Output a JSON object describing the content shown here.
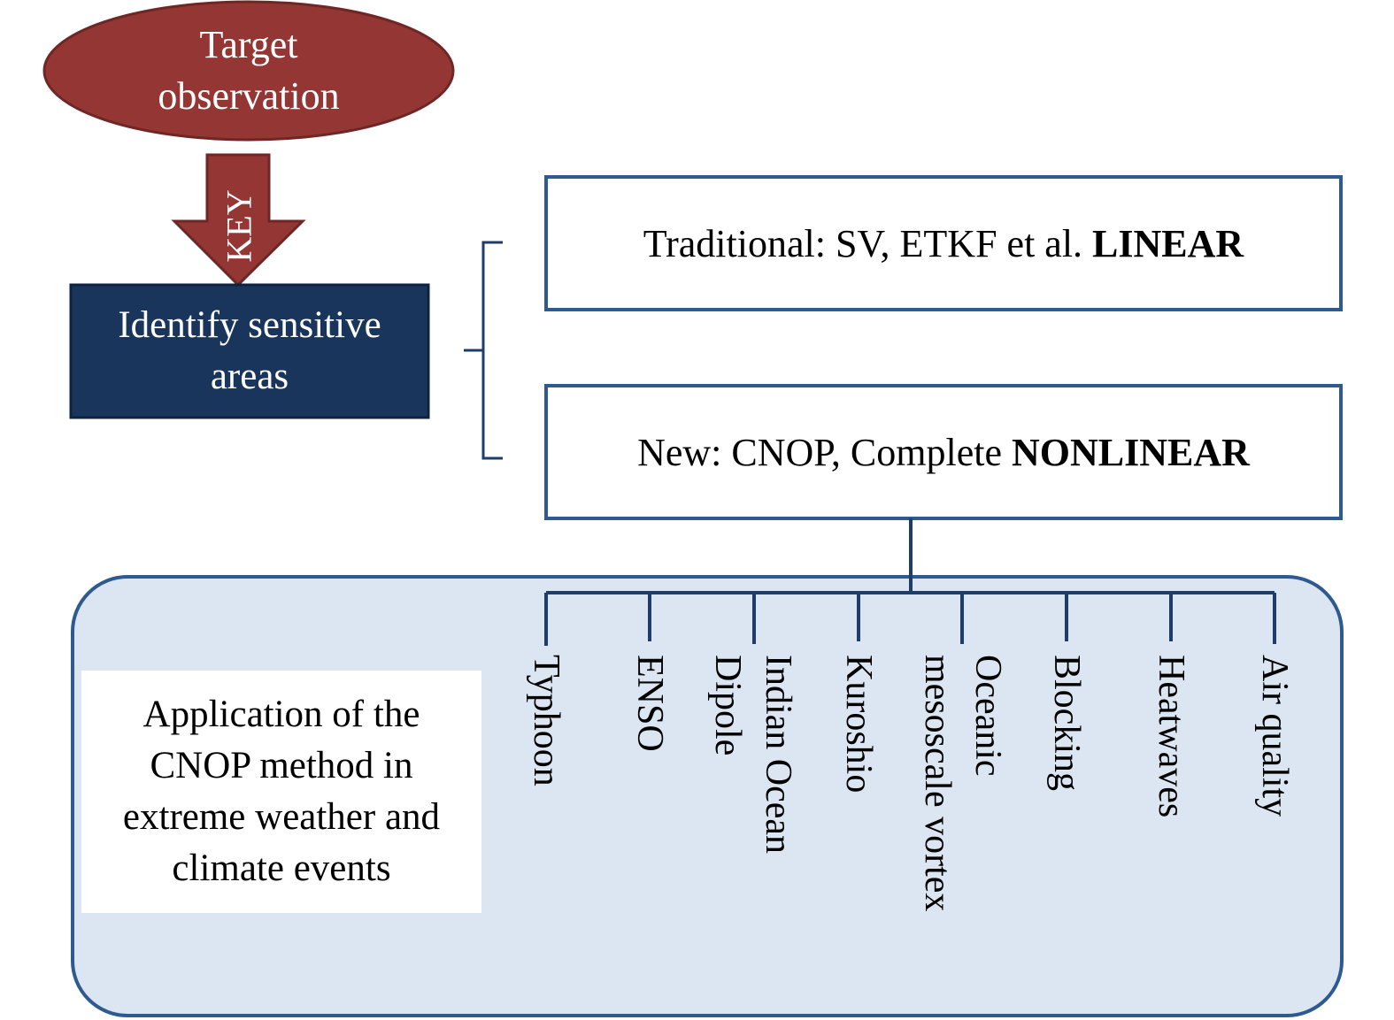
{
  "top": {
    "target": {
      "line1": "Target",
      "line2": "observation"
    },
    "key_label": "KEY",
    "identify": {
      "line1": "Identify sensitive",
      "line2": "areas"
    }
  },
  "methods": {
    "traditional": {
      "text": "Traditional: SV, ETKF et al. ",
      "bold": "LINEAR"
    },
    "new": {
      "text": "New: CNOP, Complete ",
      "bold": "NONLINEAR"
    }
  },
  "application": {
    "line1": "Application of the",
    "line2": "CNOP method in",
    "line3": "extreme weather and",
    "line4": "climate events"
  },
  "categories": [
    {
      "lines": [
        "Typhoon"
      ]
    },
    {
      "lines": [
        "ENSO"
      ]
    },
    {
      "lines": [
        "Indian Ocean",
        "Dipole"
      ]
    },
    {
      "lines": [
        "Kuroshio"
      ]
    },
    {
      "lines": [
        "Oceanic",
        "mesoscale vortex"
      ]
    },
    {
      "lines": [
        "Blocking"
      ]
    },
    {
      "lines": [
        "Heatwaves"
      ]
    },
    {
      "lines": [
        "Air quality"
      ]
    }
  ],
  "colors": {
    "oval_fill": "#943634",
    "oval_stroke": "#6e2725",
    "identify_fill": "#1a355c",
    "box_stroke": "#2e5a8f",
    "panel_fill": "#dce6f2",
    "panel_stroke": "#2e5a8f",
    "line": "#1f3d6b"
  }
}
